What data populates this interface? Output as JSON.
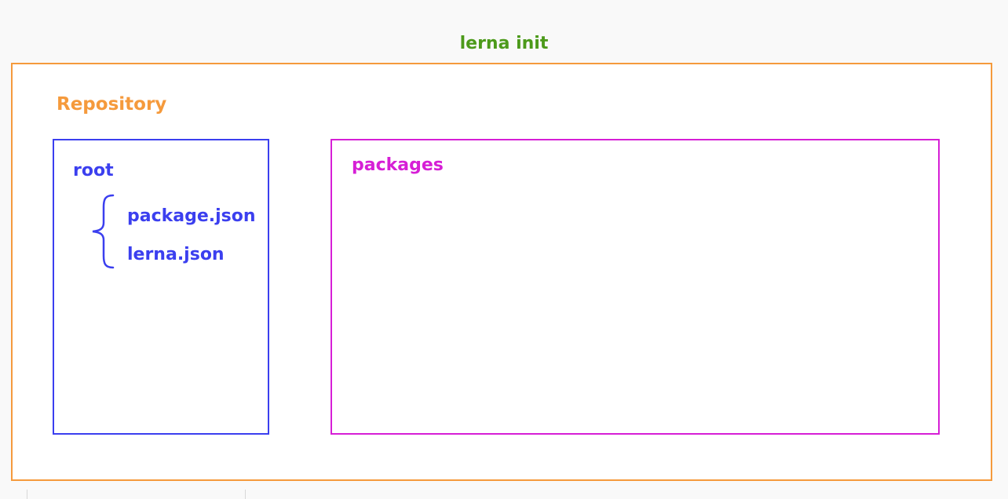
{
  "title": "lerna init",
  "repository": {
    "label": "Repository"
  },
  "root": {
    "label": "root",
    "files": [
      "package.json",
      "lerna.json"
    ]
  },
  "packages": {
    "label": "packages"
  },
  "colors": {
    "title": "#4c9a1a",
    "repository": "#f59a3c",
    "root": "#3b3fef",
    "packages": "#d61fd6"
  }
}
